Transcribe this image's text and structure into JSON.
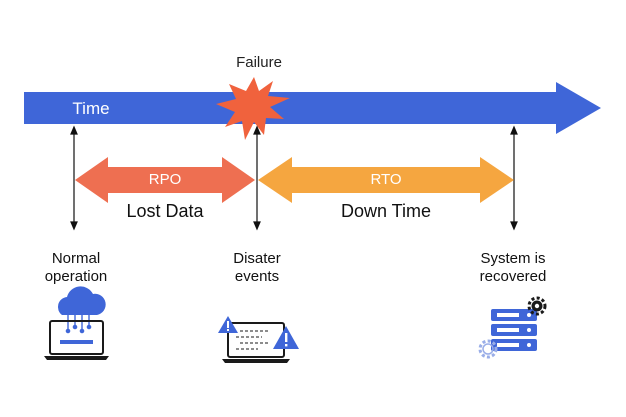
{
  "timeline": {
    "label": "Time",
    "color": "#3f66d8"
  },
  "failure": {
    "label": "Failure",
    "burst_color": "#f0623d"
  },
  "rpo": {
    "label": "RPO",
    "caption": "Lost Data",
    "color": "#ee6f51"
  },
  "rto": {
    "label": "RTO",
    "caption": "Down Time",
    "color": "#f5a640"
  },
  "stages": [
    {
      "label": "Normal\noperation",
      "icon": "cloud-laptop-icon"
    },
    {
      "label": "Disater\nevents",
      "icon": "warning-laptop-icon"
    },
    {
      "label": "System is\nrecovered",
      "icon": "server-gears-icon"
    }
  ],
  "icon_colors": {
    "blue": "#3f66d8",
    "outline": "#1a1a1a",
    "light": "#9aaee8"
  }
}
